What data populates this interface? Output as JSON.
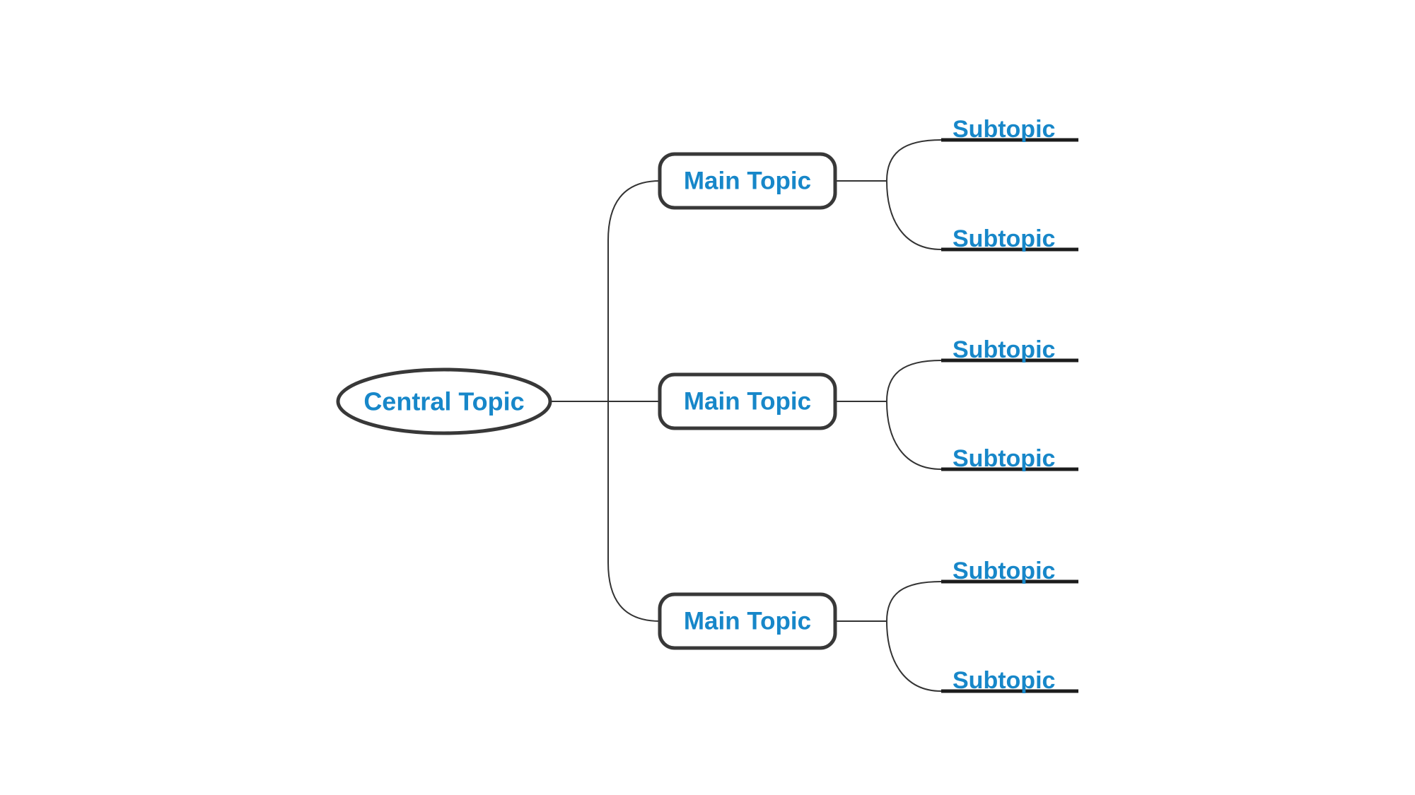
{
  "colors": {
    "background": "#ffffff",
    "topic_text": "#1787c9",
    "node_border": "#383838",
    "branch_line": "#1c1c1c",
    "connector": "#333333"
  },
  "mindmap": {
    "central": {
      "label": "Central Topic"
    },
    "main_topics": [
      {
        "label": "Main Topic",
        "subtopics": [
          {
            "label": "Subtopic"
          },
          {
            "label": "Subtopic"
          }
        ]
      },
      {
        "label": "Main Topic",
        "subtopics": [
          {
            "label": "Subtopic"
          },
          {
            "label": "Subtopic"
          }
        ]
      },
      {
        "label": "Main Topic",
        "subtopics": [
          {
            "label": "Subtopic"
          },
          {
            "label": "Subtopic"
          }
        ]
      }
    ]
  }
}
